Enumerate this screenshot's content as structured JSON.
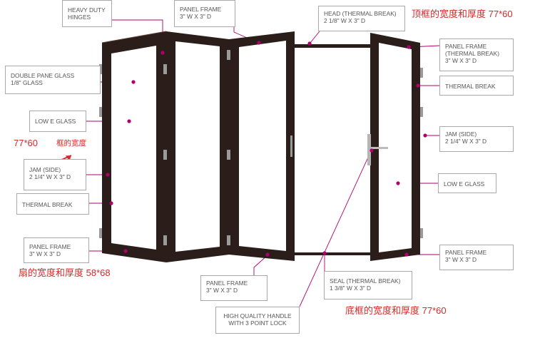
{
  "labels": {
    "heavy_duty_hinges": [
      "HEAVY DUTY",
      "HINGES"
    ],
    "panel_frame_top": [
      "PANEL FRAME",
      "3\" W x 3\" D"
    ],
    "head_thermal_break": [
      "HEAD (THERMAL BREAK)",
      "2 1/8\" W x 3\" D"
    ],
    "panel_frame_thermal_break": [
      "PANEL FRAME",
      "(THERMAL BREAK)",
      "3\" W x 3\" D"
    ],
    "thermal_break_right": [
      "THERMAL BREAK"
    ],
    "double_pane_glass": [
      "DOUBLE PANE GLASS",
      "1/8\" GLASS"
    ],
    "low_e_glass_left": [
      "LOW E GLASS"
    ],
    "jam_side_right": [
      "JAM (SIDE)",
      "2 1/4\" W x 3\" D"
    ],
    "jam_side_left": [
      "JAM (SIDE)",
      "2 1/4\" W x 3\" D"
    ],
    "low_e_glass_right": [
      "LOW E GLASS"
    ],
    "thermal_break_left": [
      "THERMAL BREAK"
    ],
    "panel_frame_left": [
      "PANEL FRAME",
      "3\" W x 3\" D"
    ],
    "panel_frame_right": [
      "PANEL FRAME",
      "3\" W x 3\" D"
    ],
    "panel_frame_bottom": [
      "PANEL FRAME",
      "3\" W x 3\" D"
    ],
    "seal_thermal_break": [
      "SEAL (THERMAL BREAK)",
      "1 3/8\" W x 3\" D"
    ],
    "high_quality_handle": [
      "HIGH QUALITY HANDLE",
      "WITH 3 POINT LOCK"
    ]
  },
  "notes": {
    "top_frame": "顶框的宽度和厚度  77*60",
    "frame_size": "77*60",
    "frame_width": "框的宽度",
    "sash": "扇的宽度和厚度  58*68",
    "bottom_frame": "底框的宽度和厚度    77*60"
  },
  "colors": {
    "frame": "#2b1d1a",
    "frame_edge": "#5a3a30",
    "glass": "#ffffff",
    "callout": "#b0006e",
    "label_border": "#a9a9a9",
    "label_text": "#555555",
    "note_red": "#d42a2a",
    "hardware": "#9a9a9a"
  }
}
